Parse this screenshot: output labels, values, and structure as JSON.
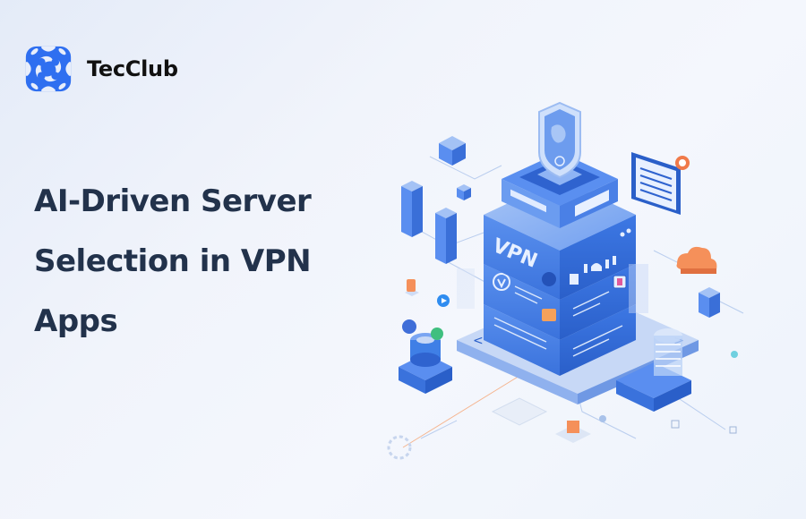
{
  "brand": {
    "name": "TecClub",
    "logo_icon": "tecclub-logo-icon",
    "color": "#2f6ff0"
  },
  "hero": {
    "headline_lines": [
      "AI-Driven Server",
      "Selection in VPN",
      "Apps"
    ],
    "headline_color": "#22324b"
  },
  "illustration": {
    "description": "Isometric VPN server stack with security shield, cloud, database and network nodes",
    "server_label": "VPN",
    "colors": {
      "primary_blue": "#3f7fe6",
      "light_blue": "#8db4f2",
      "dark_blue": "#2a5fc9",
      "accent_orange": "#f5905a",
      "background": "#eef3fb"
    }
  }
}
